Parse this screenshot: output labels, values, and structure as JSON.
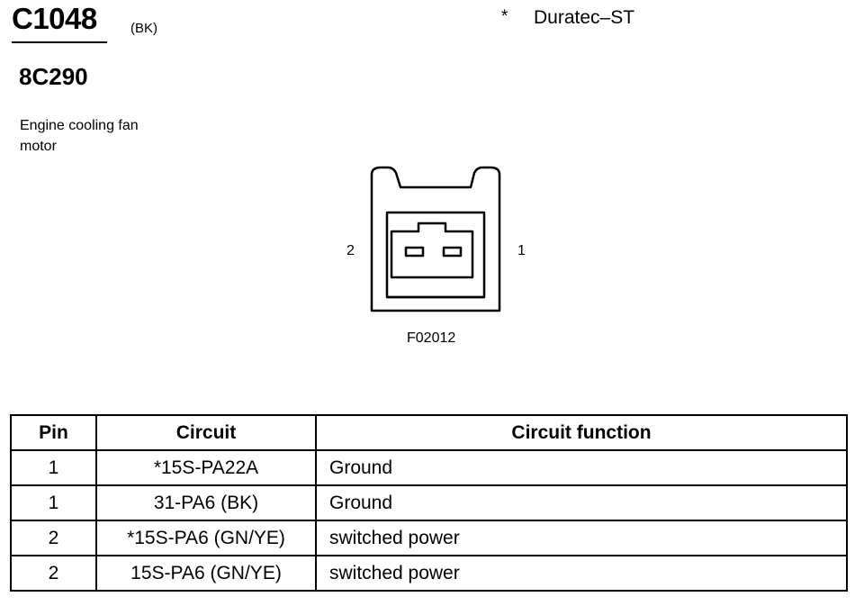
{
  "connector": {
    "id": "C1048",
    "color": "(BK)",
    "part_number": "8C290",
    "description": "Engine cooling fan motor"
  },
  "footnote": {
    "marker": "*",
    "text": "Duratec–ST"
  },
  "diagram": {
    "pin_left": "2",
    "pin_right": "1",
    "figure_code": "F02012"
  },
  "table": {
    "headers": [
      "Pin",
      "Circuit",
      "Circuit function"
    ],
    "rows": [
      [
        "1",
        "*15S-PA22A",
        "Ground"
      ],
      [
        "1",
        "31-PA6 (BK)",
        "Ground"
      ],
      [
        "2",
        "*15S-PA6 (GN/YE)",
        "switched power"
      ],
      [
        "2",
        "15S-PA6 (GN/YE)",
        "switched power"
      ]
    ]
  }
}
